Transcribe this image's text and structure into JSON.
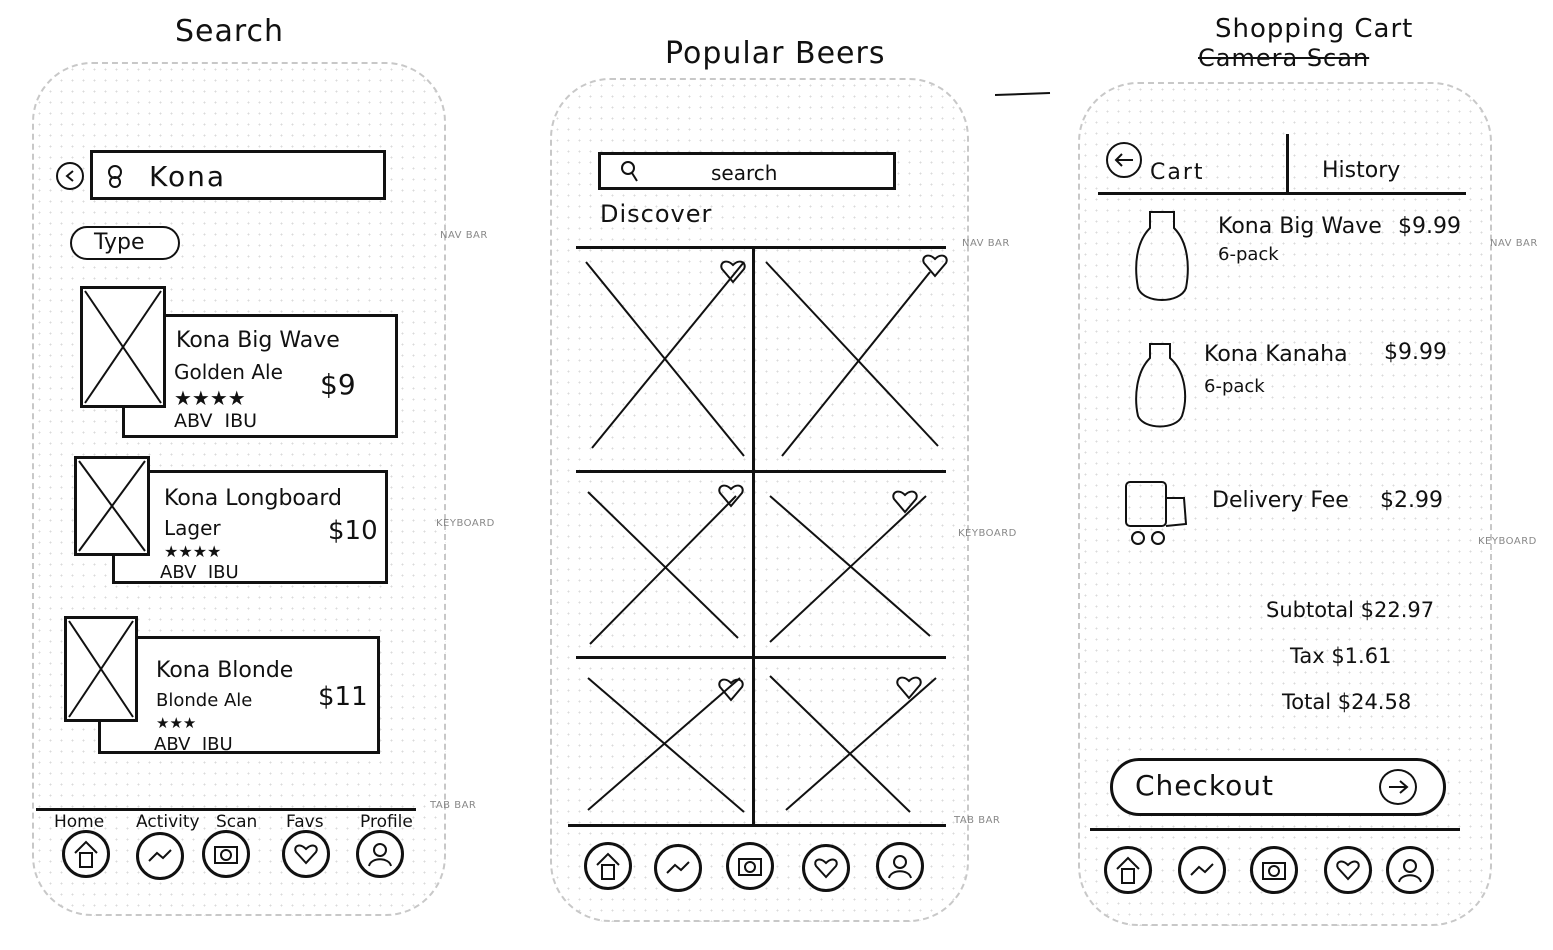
{
  "titles": {
    "search": "Search",
    "popular": "Popular Beers",
    "cart": "Shopping Cart",
    "cart_struck": "Camera Scan"
  },
  "side_labels": {
    "nav_bar": "NAV BAR",
    "keyboard": "KEYBOARD",
    "tab_bar": "TAB BAR"
  },
  "search_screen": {
    "query": "Kona",
    "filter": "Type",
    "results": [
      {
        "name": "Kona Big Wave",
        "style": "Golden Ale",
        "price": "$9",
        "stars": "★★★★",
        "meta": "ABV  IBU"
      },
      {
        "name": "Kona Longboard",
        "style": "Lager",
        "price": "$10",
        "stars": "★★★★",
        "meta": "ABV  IBU"
      },
      {
        "name": "Kona Blonde",
        "style": "Blonde Ale",
        "price": "$11",
        "stars": "★★★",
        "meta": "ABV  IBU"
      }
    ]
  },
  "popular_screen": {
    "search_placeholder": "search",
    "section": "Discover"
  },
  "cart_screen": {
    "tab_cart": "Cart",
    "tab_history": "History",
    "items": [
      {
        "name": "Kona Big Wave",
        "detail": "6-pack",
        "price": "$9.99"
      },
      {
        "name": "Kona Kanaha",
        "detail": "6-pack",
        "price": "$9.99"
      },
      {
        "name": "Delivery Fee",
        "detail": "",
        "price": "$2.99"
      }
    ],
    "subtotal": "Subtotal $22.97",
    "tax": "Tax $1.61",
    "total": "Total $24.58",
    "checkout": "Checkout"
  },
  "tab_bar": [
    "Home",
    "Activity",
    "Scan",
    "Favs",
    "Profile"
  ],
  "icons": [
    "home-icon",
    "activity-icon",
    "camera-icon",
    "heart-icon",
    "profile-icon"
  ]
}
